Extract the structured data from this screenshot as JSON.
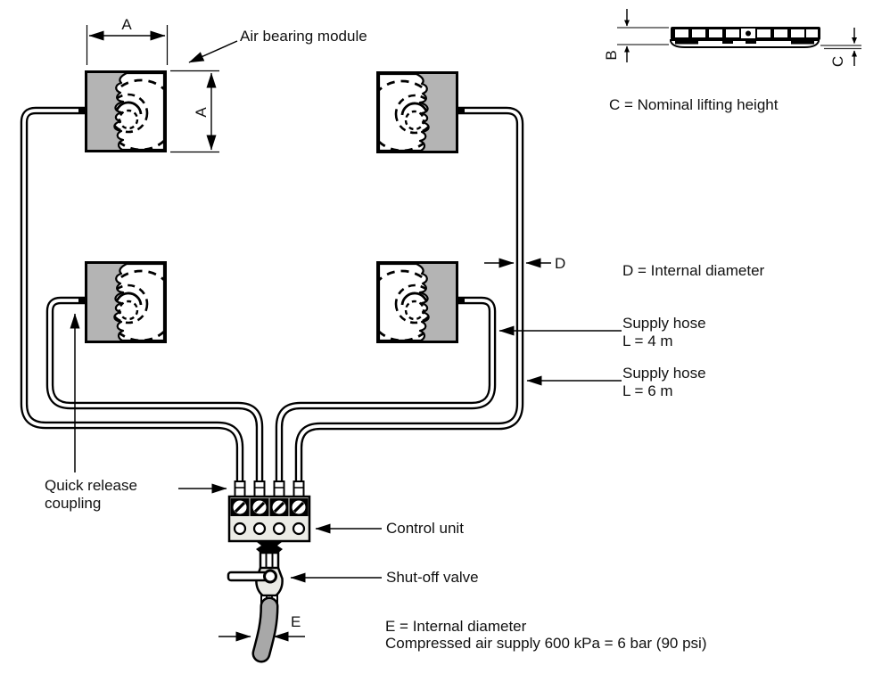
{
  "colors": {
    "line": "#000000",
    "module_gray": "#b4b4b4",
    "unit_body": "#ebebe6",
    "hose_gray": "#a8a8a8",
    "background": "#ffffff",
    "text": "#111111"
  },
  "labels": {
    "air_bearing_module": "Air bearing module",
    "quick_release_line1": "Quick release",
    "quick_release_line2": "coupling",
    "control_unit": "Control unit",
    "shut_off_valve": "Shut-off valve",
    "supply_hose_4_line1": "Supply hose",
    "supply_hose_4_line2": "L = 4 m",
    "supply_hose_6_line1": "Supply hose",
    "supply_hose_6_line2": "L = 6 m",
    "note_c": "C = Nominal lifting height",
    "note_d": "D = Internal diameter",
    "note_e": "E = Internal diameter",
    "note_air_supply": "Compressed air supply 600 kPa = 6 bar (90 psi)",
    "dim_a_width": "A",
    "dim_a_height": "A",
    "dim_b": "B",
    "dim_c": "C",
    "dim_d": "D",
    "dim_e": "E"
  }
}
